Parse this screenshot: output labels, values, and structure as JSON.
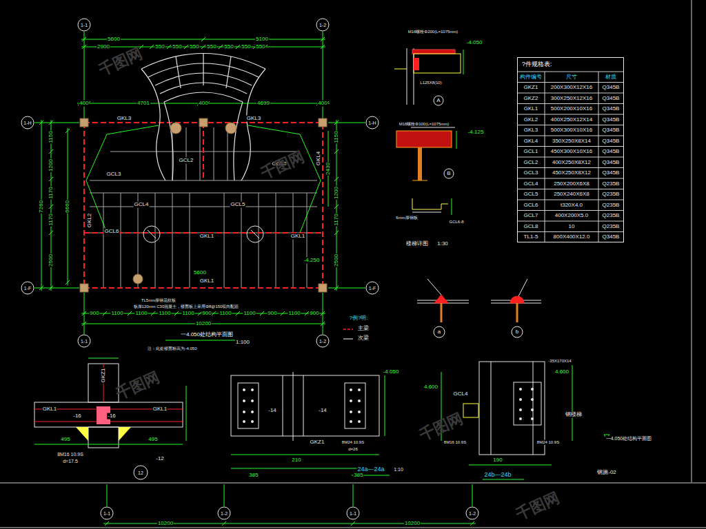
{
  "diagram": {
    "title": "一4.050处结构平面图",
    "nodes": [
      {
        "text": [
          "?件规格表:"
        ]
      },
      {
        "text": [
          "1-1"
        ]
      },
      {
        "text": [
          "1-2"
        ]
      },
      {
        "text": [
          "1-1"
        ]
      },
      {
        "text": [
          "1-2"
        ]
      },
      {
        "text": [
          "1-H"
        ]
      },
      {
        "text": [
          "1-F"
        ]
      },
      {
        "text": [
          "1-H"
        ]
      },
      {
        "text": [
          "1-F"
        ]
      },
      {
        "text": [
          "1-1"
        ]
      },
      {
        "text": [
          "1-2"
        ]
      },
      {
        "text": [
          "1-1"
        ]
      },
      {
        "text": [
          "1-2"
        ]
      },
      {
        "text": [
          "A"
        ]
      },
      {
        "text": [
          "B"
        ]
      },
      {
        "text": [
          "a"
        ]
      },
      {
        "text": [
          "b"
        ]
      },
      {
        "text": [
          "12"
        ]
      }
    ],
    "labels": [
      "5600",
      "5100",
      "2900",
      "550",
      "550",
      "550",
      "550",
      "550",
      "550",
      "550",
      "400",
      "4701",
      "400",
      "4699",
      "400",
      "1150",
      "1200",
      "1170",
      "1170",
      "2500",
      "7260",
      "6660",
      "1150",
      "2430",
      "1200",
      "1170",
      "2500",
      "900",
      "1100",
      "1100",
      "1100",
      "1100",
      "900",
      "1100",
      "1100",
      "900",
      "1100",
      "900",
      "10200",
      "GKL3",
      "GKL3",
      "GCL3",
      "GCL2",
      "GCL3",
      "GCL4",
      "GCL5",
      "GCL6",
      "GKL1",
      "GKL1",
      "GKL1",
      "GKL2",
      "GKL4",
      "-4.250",
      "5600",
      "TL5mm厚钢花纹板",
      "板厚120mm C30混凝土，楼面板上采用Φ8@150双向配筋",
      "1:100",
      "注：此处楼面标高为-4.050",
      "?例?明:",
      "M16螺栓Φ200(L=1075mm)",
      "-4.050",
      "L125X8(10)",
      "M16螺栓Φ100(L=1075mm)",
      "-4.125",
      "6mm厚钢板",
      "GCL6-8",
      "楼梯详图",
      "1:30",
      "GKZ1",
      "GKL1",
      "GKL1",
      "-16",
      "-16",
      "495",
      "495",
      "8M16 10.9S",
      "d=17.5",
      "-12",
      "-14",
      "-14",
      "-4.050",
      "GKZ1",
      "8M24 10.9S",
      "d=26",
      "385",
      "210",
      "385",
      "24a—24a",
      "1:10",
      "-35X170X14",
      "4.600",
      "4.600",
      "GCL4",
      "8M16 10.9S",
      "8M24 10.9S",
      "190",
      "24b—24b",
      "钢楼梯",
      "一4.050处结构平面图",
      "钢施-02",
      "10200",
      "10200",
      "千图网",
      "千图网",
      "千图网",
      "千图网",
      "千图网",
      "构件编号",
      "尺寸",
      "材质",
      "GKZ1",
      "200X300X12X16",
      "Q345B",
      "GKZ2",
      "300X250X12X16",
      "Q345B",
      "GKL1",
      "500X200X10X16",
      "Q345B",
      "GKL2",
      "400X250X12X14",
      "Q345B",
      "GKL3",
      "500X300X10X16",
      "Q345B",
      "GKL4",
      "350X250X8X14",
      "Q345B",
      "GCL1",
      "450X300X10X16",
      "Q345B",
      "GCL2",
      "400X250X8X12",
      "Q345B",
      "GCL3",
      "450X250X8X12",
      "Q345B",
      "GCL4",
      "250X200X6X8",
      "Q235B",
      "GCL5",
      "250X240X6X8",
      "Q235B",
      "GCL6",
      "t320X4.0",
      "Q235B",
      "GCL7",
      "400X200X5.0",
      "Q235B",
      "GCL8",
      "10",
      "Q235B",
      "TL1-5",
      "800X400X12.0",
      "Q345B"
    ],
    "legend": [
      {
        "text": "主梁"
      },
      {
        "text": "次梁"
      }
    ]
  }
}
